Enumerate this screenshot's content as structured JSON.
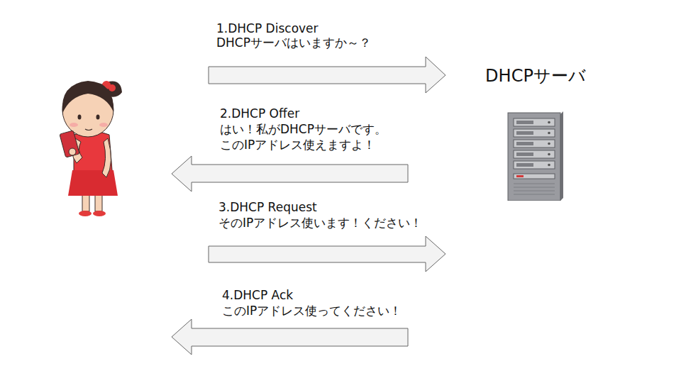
{
  "diagram": {
    "nodes": [
      {
        "text": [
          "DHCPサーバ"
        ]
      }
    ],
    "labels": [
      "1.DHCP Discover",
      "DHCPサーバはいますか～？",
      "2.DHCP Offer",
      "はい！私がDHCPサーバです。",
      "このIPアドレス使えますよ！",
      "3.DHCP Request",
      "そのIPアドレス使います！ください！",
      "4.DHCP Ack",
      "このIPアドレス使ってください！"
    ]
  }
}
